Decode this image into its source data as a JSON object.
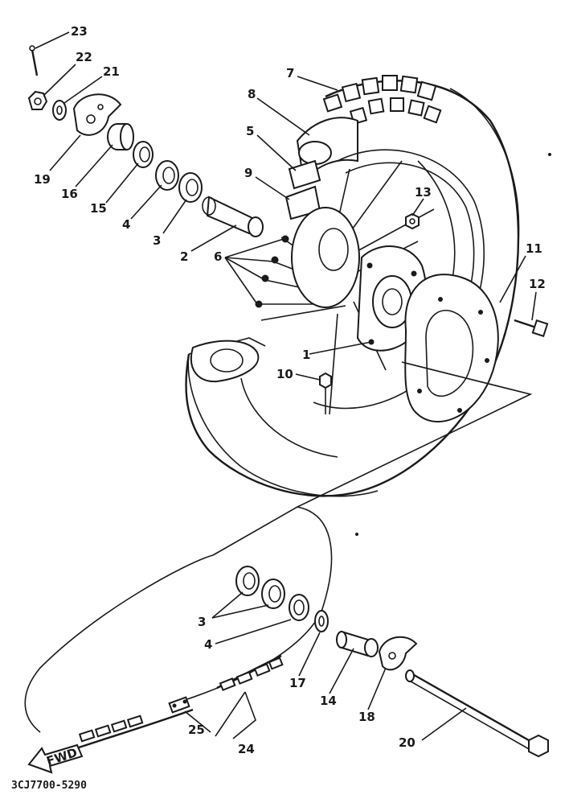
{
  "drawing_code": "3CJ7700-5290",
  "arrow_text": "FWD",
  "callouts": {
    "p1": "1",
    "p2": "2",
    "p3a": "3",
    "p3b": "3",
    "p4a": "4",
    "p4b": "4",
    "p5": "5",
    "p6": "6",
    "p7": "7",
    "p8": "8",
    "p9": "9",
    "p10": "10",
    "p11": "11",
    "p12": "12",
    "p13": "13",
    "p14": "14",
    "p15": "15",
    "p16": "16",
    "p17": "17",
    "p18": "18",
    "p19": "19",
    "p20": "20",
    "p21": "21",
    "p22": "22",
    "p23": "23",
    "p24": "24",
    "p25": "25"
  }
}
